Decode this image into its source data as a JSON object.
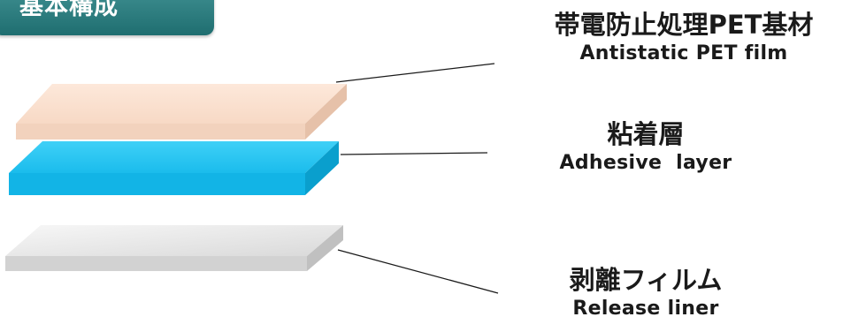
{
  "header": {
    "title": "基本構成"
  },
  "layers": [
    {
      "name_ja": "帯電防止処理PET基材",
      "name_en": "Antistatic PET film",
      "top_color": "#fbe1cf",
      "front_color": "#f2d0ba",
      "side_color": "#e8c3ab"
    },
    {
      "name_ja": "粘着層",
      "name_en": "Adhesive  layer",
      "top_color": "#27c6f4",
      "front_color": "#12b4e6",
      "side_color": "#0a9fcd"
    },
    {
      "name_ja": "剥離フィルム",
      "name_en": "Release liner",
      "top_color": "#ededed",
      "front_color": "#d4d4d4",
      "side_color": "#c2c2c2"
    }
  ],
  "colors": {
    "badge": "#267677",
    "leader_line": "#1a1a1a",
    "text": "#1a1a1a"
  }
}
